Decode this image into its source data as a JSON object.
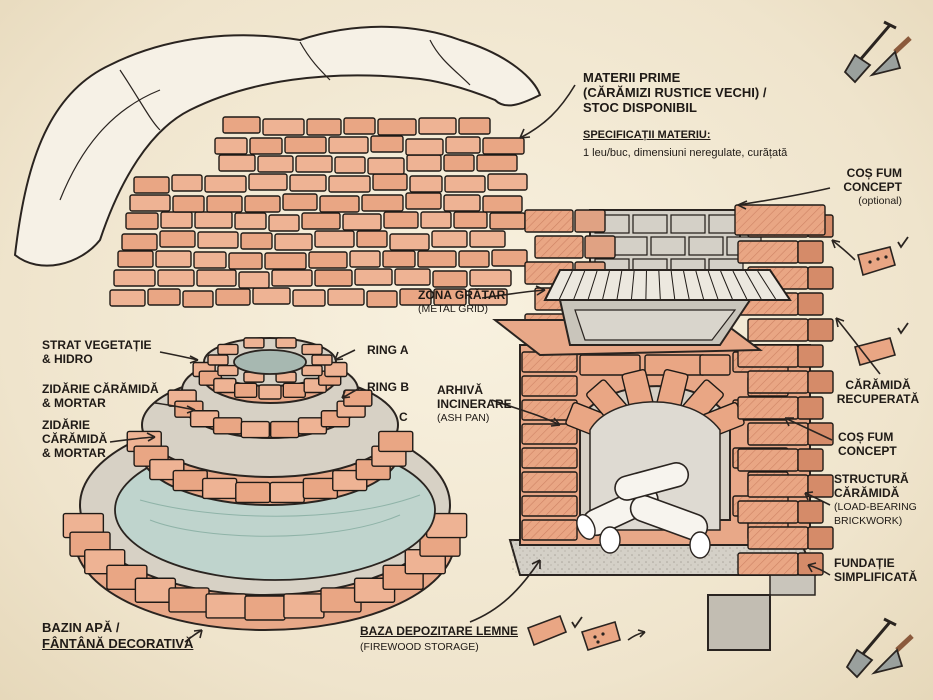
{
  "labels": {
    "raw_title_1": "MATERII PRIME",
    "raw_title_2": "(CĂRĂMIZI RUSTICE VECHI) /",
    "raw_title_3": "STOC DISPONIBIL",
    "spec_title": "SPECIFICAȚII MATERIU:",
    "spec_text": "1 leu/buc, dimensiuni neregulate, curățată",
    "chimney_top_1": "COȘ FUM",
    "chimney_top_2": "CONCEPT",
    "chimney_top_3": "(optional)",
    "grill_zone": "ZONA GRĂTAR",
    "grill_zone_sub": "(METAL GRID)",
    "ash_1": "ARHIVĂ",
    "ash_2": "INCINERARE",
    "ash_3": "(ASH PAN)",
    "recovered_1": "CĂRĂMIDĂ",
    "recovered_2": "RECUPERATĂ",
    "chimney_mid_1": "COȘ FUM",
    "chimney_mid_2": "CONCEPT",
    "structure_1": "STRUCTURĂ",
    "structure_2": "CĂRĂMIDĂ",
    "structure_3": "(LOAD-BEARING",
    "structure_4": "BRICKWORK)",
    "foundation_1": "FUNDAȚIE",
    "foundation_2": "SIMPLIFICATĂ",
    "firewood_1": "BAZA DEPOZITARE LEMNE",
    "firewood_2": "(FIREWOOD STORAGE)",
    "veg_1": "STRAT VEGETAȚIE",
    "veg_2": "& HIDRO",
    "masonry_a_1": "ZIDĂRIE CĂRĂMIDĂ",
    "masonry_a_2": "& MORTAR",
    "masonry_b_1": "ZIDĂRIE",
    "masonry_b_2": "CĂRĂMIDĂ",
    "masonry_b_3": "& MORTAR",
    "ring_a": "RING A",
    "ring_b": "RING B",
    "ring_c": "C",
    "pool_1": "BAZIN APĂ /",
    "pool_2": "FÂNTÂNĂ DECORATIVĂ"
  },
  "icons": [
    "shovel-icon",
    "trowel-icon",
    "check-icon",
    "brick-icon"
  ],
  "colors": {
    "paper": "#f3ead6",
    "brick": "#e9a684",
    "brick_dark": "#d98a66",
    "mortar": "#cfcac0",
    "ink": "#1f1a16",
    "water": "#bfd4cd"
  }
}
